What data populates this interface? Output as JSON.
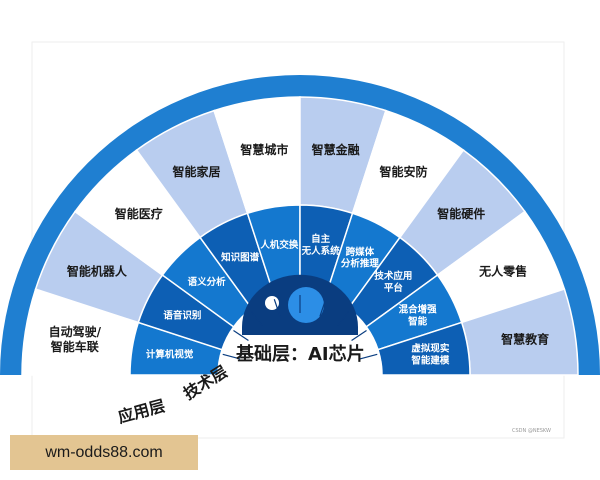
{
  "colors": {
    "outer_dark": "#1f7fd1",
    "app_light": "#b9cdef",
    "app_white": "#ffffff",
    "tech_1": "#0d5fb4",
    "tech_2": "#1478cf",
    "base_bg": "#ffffff",
    "chip": "#0a3d80",
    "text_dark": "#1a1a1a",
    "text_light": "#ffffff"
  },
  "diagram": {
    "application_layer_label": "应用层",
    "technology_layer_label": "技术层",
    "base_layer_label": "基础层：AI芯片",
    "application_items": [
      "自动驾驶/\n智能车联",
      "智能机器人",
      "智能医疗",
      "智能家居",
      "智慧城市",
      "智慧金融",
      "智能安防",
      "智能硬件",
      "无人零售",
      "智慧教育"
    ],
    "technology_items": [
      "计算机视觉",
      "语音识别",
      "语义分析",
      "知识图谱",
      "人机交换",
      "自主\n无人系统",
      "跨媒体\n分析推理",
      "技术应用\n平台",
      "混合增强\n智能",
      "虚拟现实\n智能建模"
    ],
    "credit": "CSDN @NESKW"
  },
  "watermark": "wm-odds88.com"
}
